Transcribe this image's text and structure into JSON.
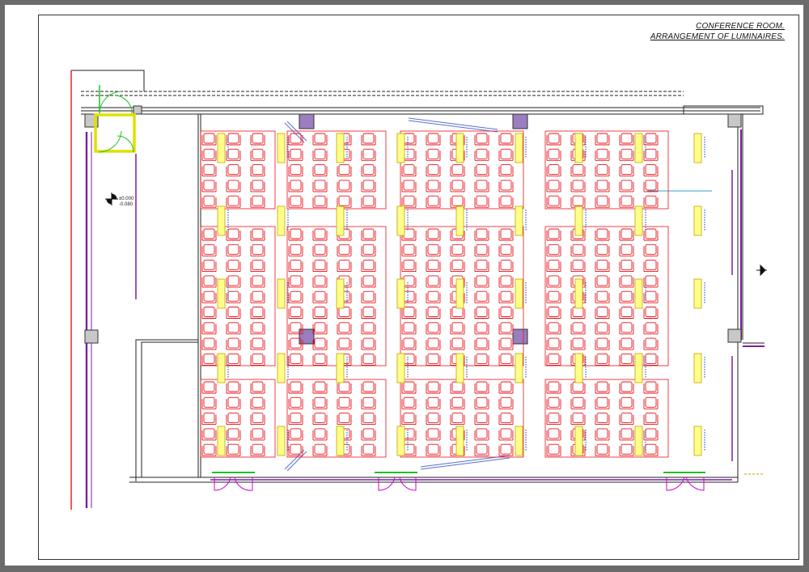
{
  "drawing": {
    "title_line_1": "CONFERENCE ROOM.",
    "title_line_2": "ARRANGEMENT OF LUMINAIRES."
  },
  "level_marks": {
    "upper": "±0.000",
    "lower": "-0.080"
  },
  "colors": {
    "chairs": "#e8131b",
    "luminaire_fill": "#ffff8a",
    "luminaire_stroke": "#c9a000",
    "wall_purple": "#7a1fa2",
    "door_green": "#1fc21f",
    "door_magenta": "#d400d4",
    "column_fill": "#9a7ec0"
  },
  "icons": [
    "level-marker-icon",
    "section-marker-icon"
  ]
}
